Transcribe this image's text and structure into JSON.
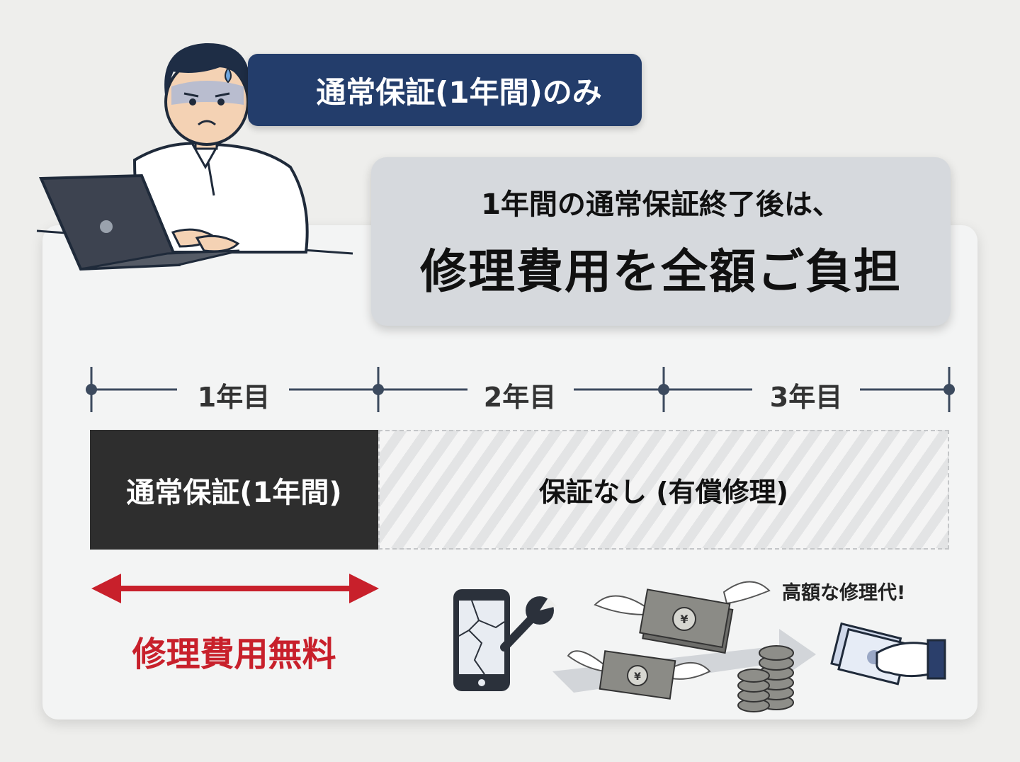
{
  "badge": {
    "label": "通常保証(1年間)のみ"
  },
  "headline": {
    "line1": "1年間の通常保証終了後は、",
    "line2": "修理費用を全額ご負担"
  },
  "timeline": {
    "years": [
      "1年目",
      "2年目",
      "3年目"
    ]
  },
  "coverage": {
    "covered_label": "通常保証(1年間)",
    "uncovered_label": "保証なし (有償修理)",
    "free_label": "修理費用無料",
    "expensive_label": "高額な修理代!"
  },
  "colors": {
    "navy": "#233d6b",
    "dark_bar": "#2e2e2e",
    "red": "#c8202b",
    "timeline": "#3c4a5e"
  },
  "icons": [
    "worried-person-icon",
    "laptop-icon",
    "broken-phone-icon",
    "wrench-icon",
    "flying-money-icon",
    "coins-icon",
    "hand-with-cash-icon"
  ]
}
